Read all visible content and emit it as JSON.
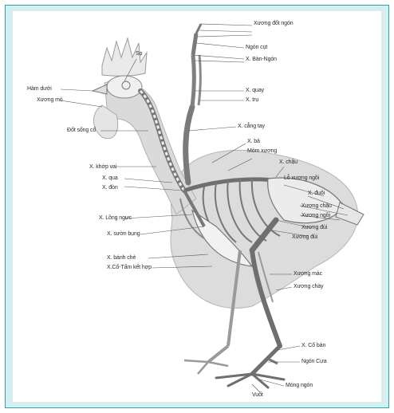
{
  "labels": {
    "sternum_front": "Xương đốt ngón",
    "digit_bones": "Ngón cụt",
    "carpus_metacarpus": "X. Bàn-Ngón",
    "radius": "X. quay",
    "ulna": "X. trụ",
    "forearm": "X. cẳng tay",
    "scapula": "X. bả",
    "sacral": "Mỏm xương",
    "synsacrum": "X. chậu",
    "pygostyle_upper": "Lỗ xương ngồi",
    "pygostyle": "X. đuôi",
    "pelvis": "Xương chậu",
    "ischium": "Xương ngồi",
    "lumbar": "Xương đùi",
    "femur": "Xương đùi",
    "tibia": "Xương chày",
    "fibula": "Xương mác",
    "tarsus": "X. Cổ bàn",
    "spur": "Ngón Cựa",
    "toes": "Móng ngón",
    "claw": "Vuốt",
    "skull": "Sọ",
    "mandible": "Hàm dưới",
    "beak_bone": "Xương mỏ",
    "cervical": "Đốt sống cổ",
    "shoulder_joint": "X. khớp vai",
    "clavicle": "X. đòn",
    "coracoid": "X. quạ",
    "keel": "X. Lồng ngực",
    "sternal_rib": "X. sườn bụng",
    "xiphoid": "X. bánh chè",
    "metacarpal_fused": "X.Cổ-Tấm kết hợp"
  }
}
